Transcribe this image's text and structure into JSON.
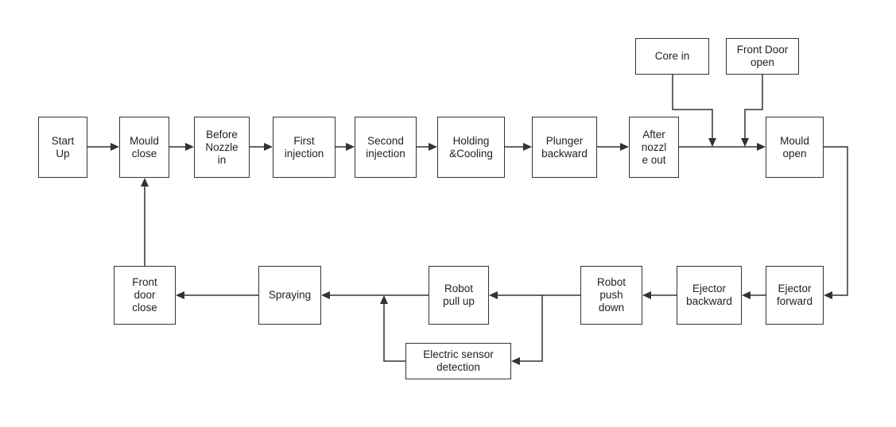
{
  "nodes": {
    "start_up": "Start\nUp",
    "mould_close": "Mould\nclose",
    "before_nozzle_in": "Before\nNozzle\nin",
    "first_injection": "First\ninjection",
    "second_injection": "Second\ninjection",
    "holding_cooling": "Holding\n&Cooling",
    "plunger_backward": "Plunger\nbackward",
    "after_nozzle_out": "After\nnozzl\ne out",
    "core_in": "Core in",
    "front_door_open": "Front Door\nopen",
    "mould_open": "Mould\nopen",
    "ejector_forward": "Ejector\nforward",
    "ejector_backward": "Ejector\nbackward",
    "robot_push_down": "Robot\npush\ndown",
    "robot_pull_up": "Robot\npull up",
    "electric_sensor_detection": "Electric sensor\ndetection",
    "spraying": "Spraying",
    "front_door_close": "Front\ndoor\nclose"
  }
}
